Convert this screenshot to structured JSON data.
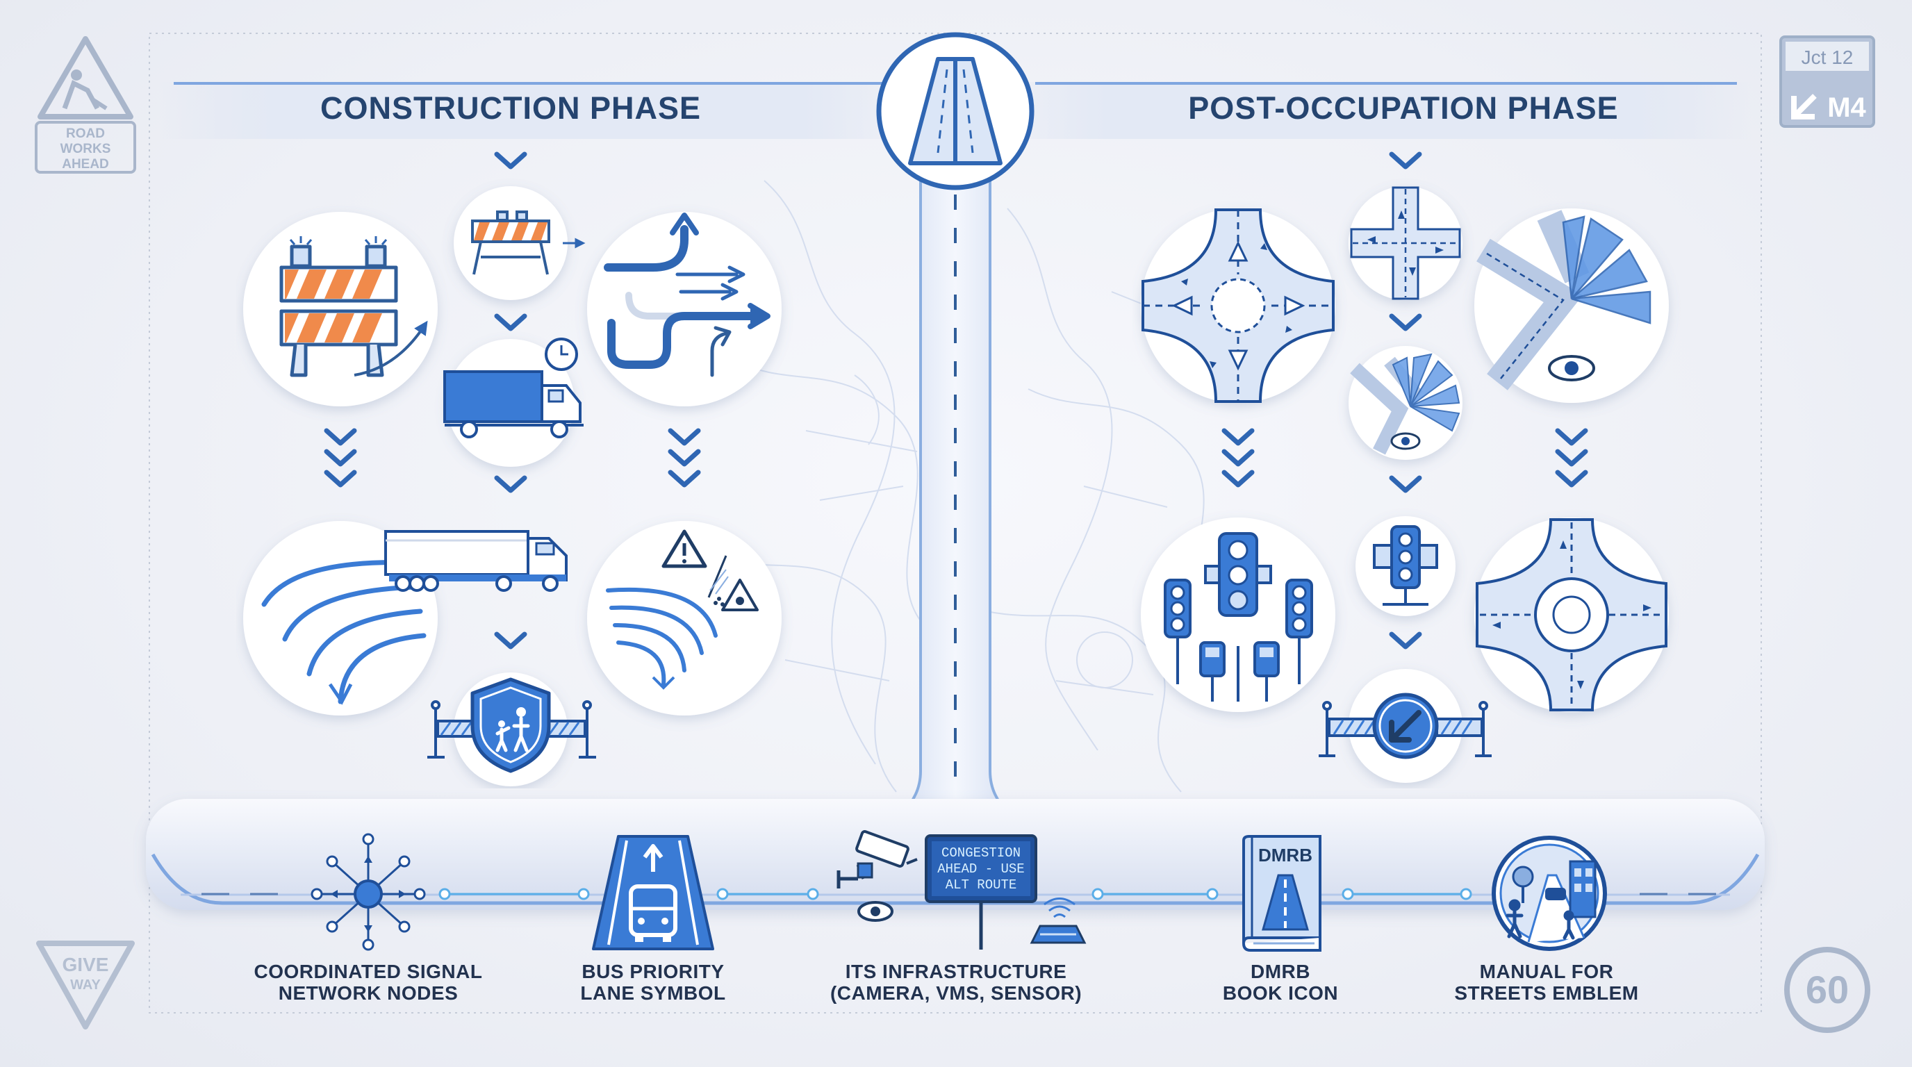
{
  "phases": {
    "construction": "CONSTRUCTION PHASE",
    "post_occupation": "POST-OCCUPATION PHASE"
  },
  "signs": {
    "road_works": [
      "ROAD",
      "WORKS",
      "AHEAD"
    ],
    "junction": "Jct 12",
    "motorway": "M4",
    "give_way": [
      "GIVE",
      "WAY"
    ],
    "speed_limit": "60"
  },
  "vms_message": [
    "CONGESTION",
    "AHEAD - USE",
    "ALT ROUTE"
  ],
  "book_title": "DMRB",
  "bottom_icons": [
    {
      "lines": [
        "COORDINATED SIGNAL",
        "NETWORK NODES"
      ],
      "icon": "network-node-icon"
    },
    {
      "lines": [
        "BUS PRIORITY",
        "LANE SYMBOL"
      ],
      "icon": "bus-lane-icon"
    },
    {
      "lines": [
        "ITS INFRASTRUCTURE",
        "(CAMERA, VMS, SENSOR)"
      ],
      "icon": "its-infrastructure-icon"
    },
    {
      "lines": [
        "DMRB",
        "BOOK ICON"
      ],
      "icon": "book-icon"
    },
    {
      "lines": [
        "MANUAL FOR",
        "STREETS EMBLEM"
      ],
      "icon": "streets-emblem-icon"
    }
  ],
  "colors": {
    "accent_blue": "#3a7bd5",
    "dark_blue": "#1f4f99",
    "barrier_orange": "#f08a4b",
    "light_blue": "#cfe0f7",
    "sign_grey": "#9fb0c8"
  }
}
